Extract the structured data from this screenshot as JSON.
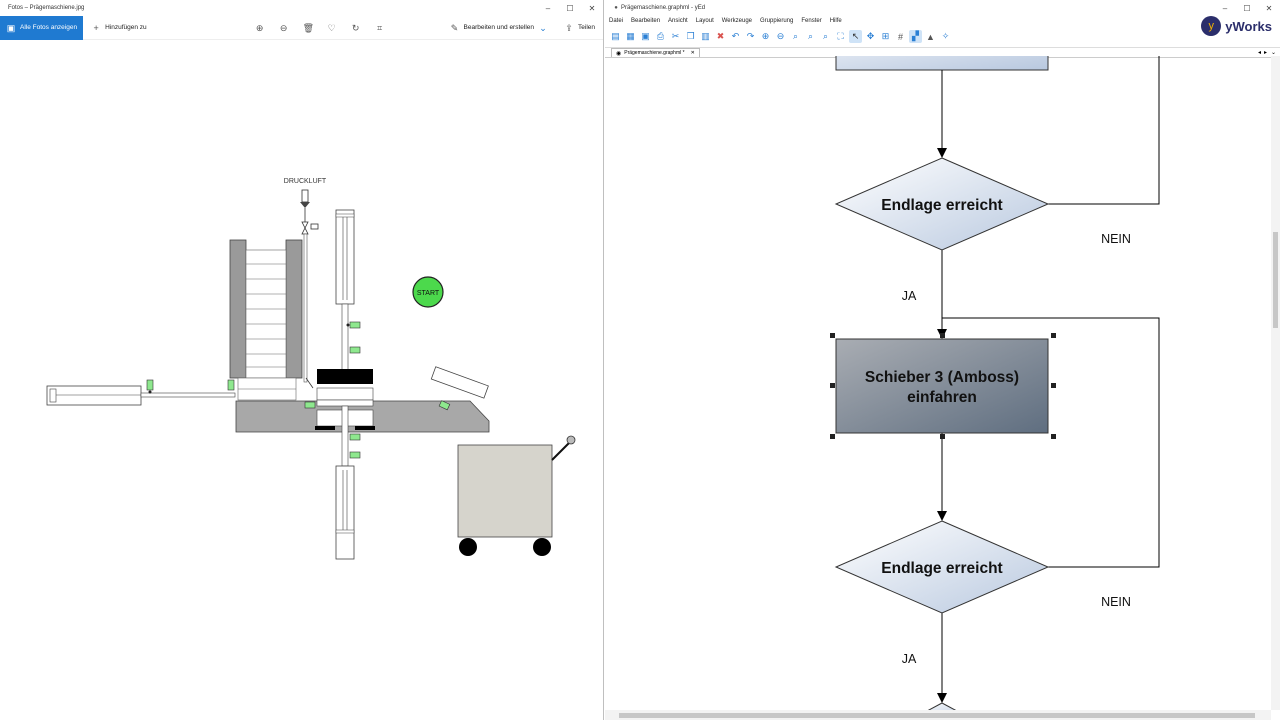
{
  "photos": {
    "window_title": "Fotos – Prägemaschiene.jpg",
    "all_photos_label": "Alle Fotos anzeigen",
    "add_to_label": "Hinzufügen zu",
    "edit_create_label": "Bearbeiten und erstellen",
    "share_label": "Teilen",
    "image": {
      "compressed_air_label": "DRUCKLUFT",
      "start_label": "START"
    }
  },
  "yed": {
    "window_title": "Prägemaschiene.graphml - yEd",
    "menu": [
      "Datei",
      "Bearbeiten",
      "Ansicht",
      "Layout",
      "Werkzeuge",
      "Gruppierung",
      "Fenster",
      "Hilfe"
    ],
    "tab_label": "Prägemaschiene.graphml *",
    "brand": "yWorks",
    "flow": {
      "decision1": "Endlage erreicht",
      "no1": "NEIN",
      "yes1": "JA",
      "process_line1": "Schieber 3 (Amboss)",
      "process_line2": "einfahren",
      "decision2": "Endlage erreicht",
      "no2": "NEIN",
      "yes2": "JA"
    }
  },
  "colors": {
    "accent": "#1f7ad1",
    "start_green": "#4cd94c",
    "sensor_green": "#8ee88e",
    "decision_gradient_start": "#ffffff",
    "decision_gradient_end": "#b8c8df",
    "process_gradient_start": "#a9adb3",
    "process_gradient_end": "#5f6e80"
  }
}
